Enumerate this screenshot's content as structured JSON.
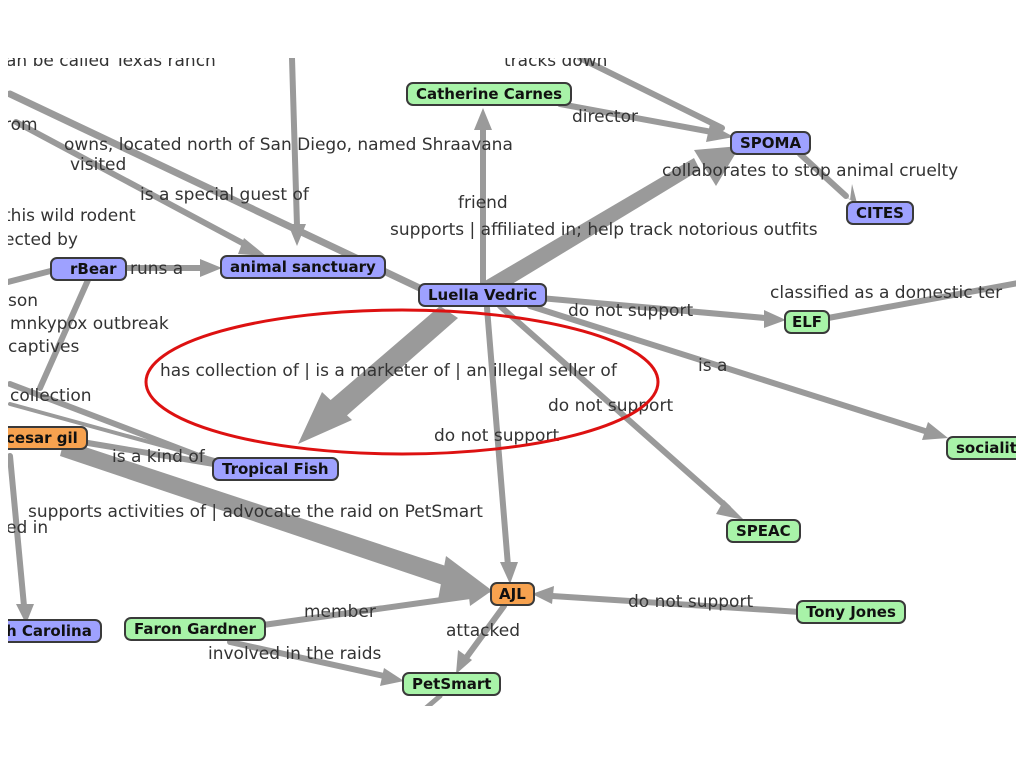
{
  "colors": {
    "edge": "#9a9a9a",
    "highlight": "#dd1111",
    "node_green": "#a8f3a8",
    "node_blue": "#9ea1ff",
    "node_orange": "#f7a24f"
  },
  "nodes": [
    {
      "id": "catherine",
      "label": "Catherine Carnes",
      "color": "green"
    },
    {
      "id": "spoma",
      "label": "SPOMA",
      "color": "blue"
    },
    {
      "id": "cites",
      "label": "CITES",
      "color": "blue"
    },
    {
      "id": "bear",
      "label": "rBear",
      "color": "blue"
    },
    {
      "id": "sanctuary",
      "label": "animal sanctuary",
      "color": "blue"
    },
    {
      "id": "luella",
      "label": "Luella Vedric",
      "color": "blue"
    },
    {
      "id": "elf",
      "label": "ELF",
      "color": "green"
    },
    {
      "id": "socialite",
      "label": "socialite",
      "color": "green"
    },
    {
      "id": "cesar",
      "label": "cesar gil",
      "color": "orange"
    },
    {
      "id": "tropical",
      "label": "Tropical Fish",
      "color": "blue"
    },
    {
      "id": "speac",
      "label": "SPEAC",
      "color": "green"
    },
    {
      "id": "carolina",
      "label": "h Carolina",
      "color": "blue"
    },
    {
      "id": "faron",
      "label": "Faron Gardner",
      "color": "green"
    },
    {
      "id": "ajl",
      "label": "AJL",
      "color": "orange"
    },
    {
      "id": "tony",
      "label": "Tony Jones",
      "color": "green"
    },
    {
      "id": "petsmart",
      "label": "PetSmart",
      "color": "green"
    }
  ],
  "edge_labels": [
    {
      "id": "texas",
      "text": "an be called Texas ranch"
    },
    {
      "id": "tracks",
      "text": "tracks down"
    },
    {
      "id": "director",
      "text": "director"
    },
    {
      "id": "rom",
      "text": "rom"
    },
    {
      "id": "owns",
      "text": "owns, located north of San Diego, named Shraavana"
    },
    {
      "id": "visited",
      "text": "visited"
    },
    {
      "id": "collab",
      "text": "collaborates to stop animal cruelty"
    },
    {
      "id": "guest",
      "text": "is a special guest of"
    },
    {
      "id": "friend",
      "text": "friend"
    },
    {
      "id": "rodent",
      "text": "this wild rodent"
    },
    {
      "id": "supports_track",
      "text": "supports | affiliated in; help track notorious outfits"
    },
    {
      "id": "ected",
      "text": "ected by"
    },
    {
      "id": "runs",
      "text": "runs a"
    },
    {
      "id": "classified",
      "text": "classified as a domestic ter"
    },
    {
      "id": "son",
      "text": "son"
    },
    {
      "id": "nosupport_elf",
      "text": "do not support"
    },
    {
      "id": "monkeypox",
      "text": "mnkypox outbreak"
    },
    {
      "id": "captives",
      "text": "captives"
    },
    {
      "id": "isa",
      "text": "is a"
    },
    {
      "id": "collection_main",
      "text": "has collection of | is a marketer of | an illegal seller of"
    },
    {
      "id": "collection",
      "text": "collection"
    },
    {
      "id": "nosupport_speac",
      "text": "do not support"
    },
    {
      "id": "nosupport_ajl",
      "text": "do not support"
    },
    {
      "id": "kind",
      "text": "is a kind of"
    },
    {
      "id": "supports_act",
      "text": "supports activities of | advocate the raid on PetSmart"
    },
    {
      "id": "edin",
      "text": "ed in"
    },
    {
      "id": "nosupport_tony",
      "text": "do not support"
    },
    {
      "id": "member",
      "text": "member"
    },
    {
      "id": "attacked",
      "text": "attacked"
    },
    {
      "id": "raids",
      "text": "involved in the raids"
    }
  ]
}
